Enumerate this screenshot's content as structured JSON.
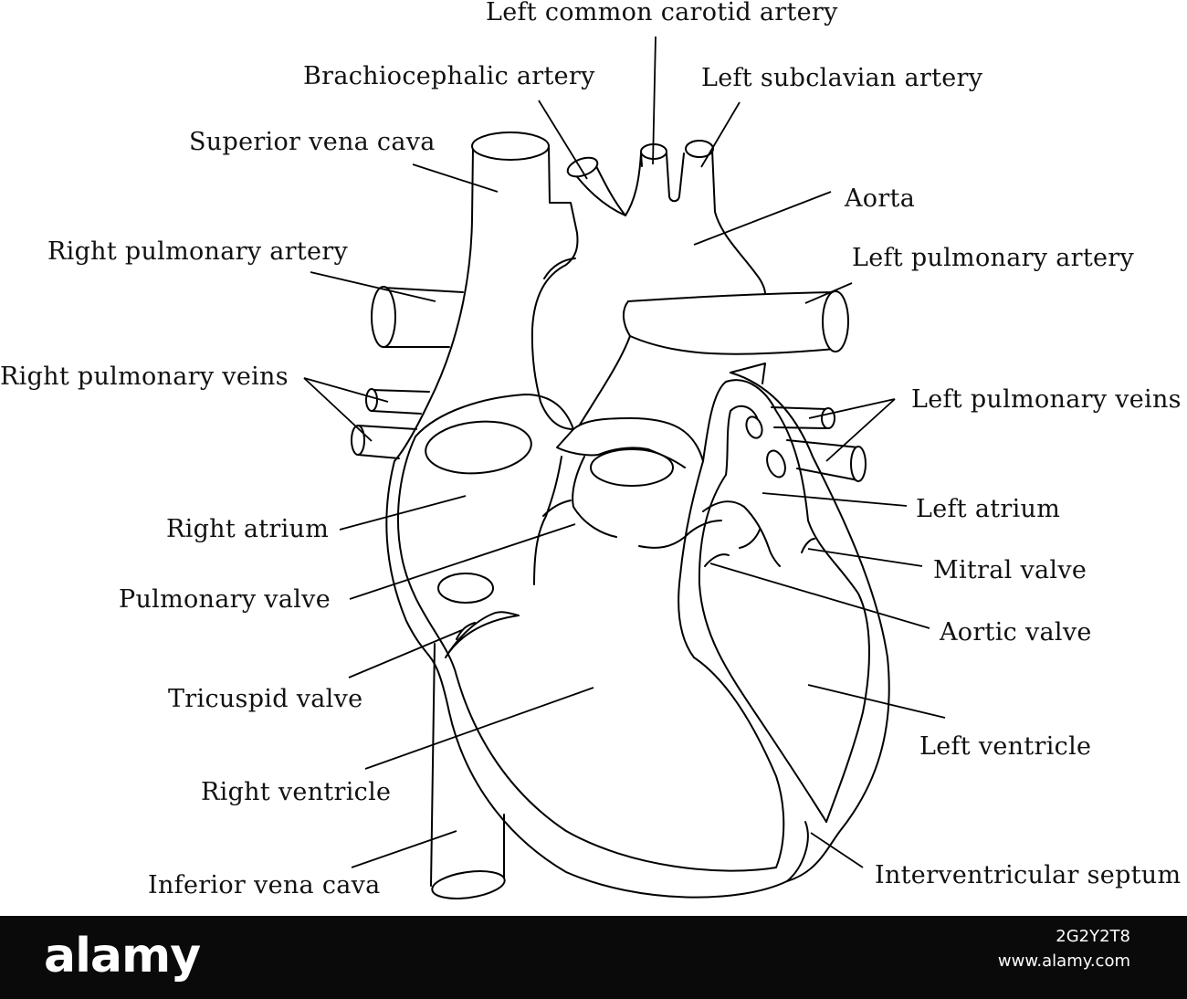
{
  "labels": {
    "left_common_carotid_artery": "Left common carotid artery",
    "brachiocephalic_artery": "Brachiocephalic artery",
    "left_subclavian_artery": "Left subclavian artery",
    "superior_vena_cava": "Superior vena cava",
    "aorta": "Aorta",
    "right_pulmonary_artery": "Right pulmonary artery",
    "left_pulmonary_artery": "Left pulmonary artery",
    "right_pulmonary_veins": "Right pulmonary veins",
    "left_pulmonary_veins": "Left pulmonary veins",
    "left_atrium": "Left atrium",
    "right_atrium": "Right atrium",
    "mitral_valve": "Mitral valve",
    "pulmonary_valve": "Pulmonary valve",
    "aortic_valve": "Aortic valve",
    "tricuspid_valve": "Tricuspid valve",
    "left_ventricle": "Left ventricle",
    "right_ventricle": "Right ventricle",
    "interventricular_septum": "Interventricular septum",
    "inferior_vena_cava": "Inferior vena cava"
  },
  "watermark": {
    "brand": "alamy",
    "image_id": "2G2Y2T8",
    "site": "www.alamy.com"
  }
}
